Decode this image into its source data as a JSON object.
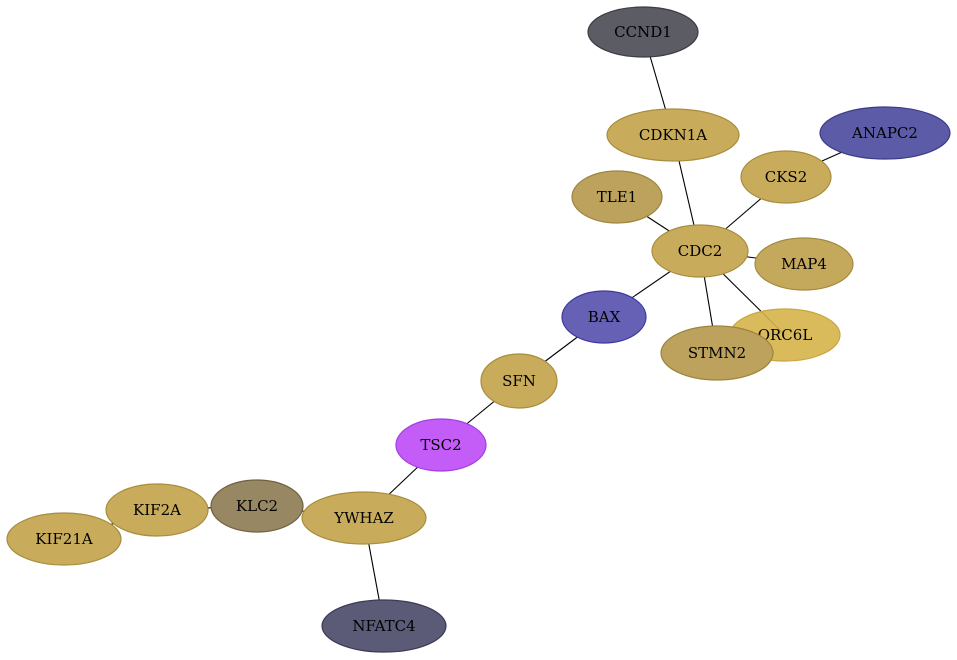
{
  "graph": {
    "nodes": [
      {
        "id": "CCND1",
        "label": "CCND1",
        "fill": "#5b5c64",
        "stroke": "#3b3c44"
      },
      {
        "id": "CDKN1A",
        "label": "CDKN1A",
        "fill": "#c8ab5b",
        "stroke": "#a88d3e"
      },
      {
        "id": "ANAPC2",
        "label": "ANAPC2",
        "fill": "#5c5ba8",
        "stroke": "#3c3b88"
      },
      {
        "id": "CKS2",
        "label": "CKS2",
        "fill": "#c8ab5b",
        "stroke": "#a88d3e"
      },
      {
        "id": "TLE1",
        "label": "TLE1",
        "fill": "#bca25c",
        "stroke": "#9c853e"
      },
      {
        "id": "CDC2",
        "label": "CDC2",
        "fill": "#c8ab5b",
        "stroke": "#a88d3e"
      },
      {
        "id": "MAP4",
        "label": "MAP4",
        "fill": "#c4a85c",
        "stroke": "#a48a3e"
      },
      {
        "id": "BAX",
        "label": "BAX",
        "fill": "#6661b4",
        "stroke": "#3d38a0"
      },
      {
        "id": "ORC6L",
        "label": "ORC6L",
        "fill": "#d6b449",
        "stroke": "#c8a640",
        "opacity": 0.9
      },
      {
        "id": "STMN2",
        "label": "STMN2",
        "fill": "#bca25c",
        "stroke": "#9c853e"
      },
      {
        "id": "SFN",
        "label": "SFN",
        "fill": "#c8ab5b",
        "stroke": "#a88d3e"
      },
      {
        "id": "TSC2",
        "label": "TSC2",
        "fill": "#c45cf7",
        "stroke": "#a23ee0"
      },
      {
        "id": "KIF2A",
        "label": "KIF2A",
        "fill": "#c8ab5b",
        "stroke": "#a88d3e"
      },
      {
        "id": "KLC2",
        "label": "KLC2",
        "fill": "#978762",
        "stroke": "#6e613f"
      },
      {
        "id": "YWHAZ",
        "label": "YWHAZ",
        "fill": "#c8ab5b",
        "stroke": "#a88d3e"
      },
      {
        "id": "KIF21A",
        "label": "KIF21A",
        "fill": "#c8ab5b",
        "stroke": "#a88d3e"
      },
      {
        "id": "NFATC4",
        "label": "NFATC4",
        "fill": "#5b5b78",
        "stroke": "#3b3b58"
      }
    ],
    "edges": [
      {
        "from": "CCND1",
        "to": "CDKN1A"
      },
      {
        "from": "CDKN1A",
        "to": "CDC2"
      },
      {
        "from": "ANAPC2",
        "to": "CKS2"
      },
      {
        "from": "CKS2",
        "to": "CDC2"
      },
      {
        "from": "TLE1",
        "to": "CDC2"
      },
      {
        "from": "MAP4",
        "to": "CDC2"
      },
      {
        "from": "CDC2",
        "to": "BAX"
      },
      {
        "from": "CDC2",
        "to": "STMN2"
      },
      {
        "from": "CDC2",
        "to": "ORC6L"
      },
      {
        "from": "BAX",
        "to": "SFN"
      },
      {
        "from": "SFN",
        "to": "TSC2"
      },
      {
        "from": "TSC2",
        "to": "YWHAZ"
      },
      {
        "from": "YWHAZ",
        "to": "KLC2"
      },
      {
        "from": "KLC2",
        "to": "KIF2A"
      },
      {
        "from": "KIF2A",
        "to": "KIF21A"
      },
      {
        "from": "YWHAZ",
        "to": "NFATC4"
      }
    ]
  }
}
